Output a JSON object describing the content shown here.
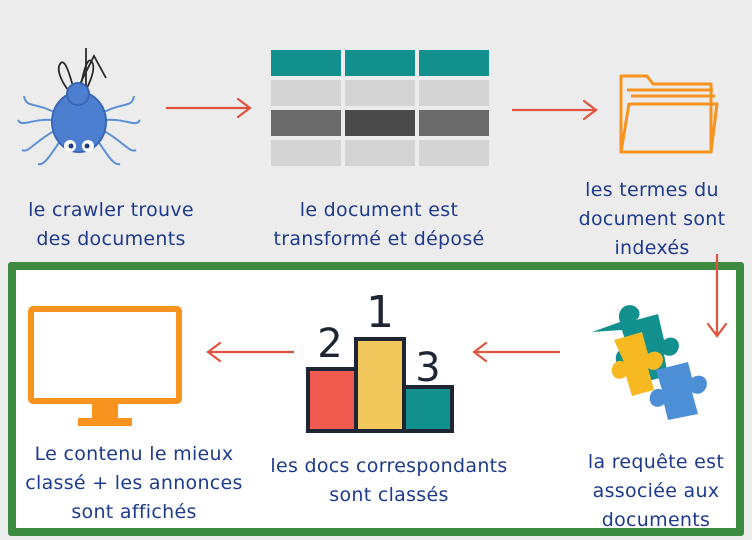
{
  "steps": {
    "crawl": {
      "line1": "le crawler trouve",
      "line2": "des documents",
      "icon": "spider-icon"
    },
    "transform": {
      "line1": "le document est",
      "line2": "transformé et déposé",
      "icon": "table-icon"
    },
    "index": {
      "line1": "les termes du",
      "line2": "document sont",
      "line3": "indexés",
      "icon": "folder-icon"
    },
    "match": {
      "line1": "la requête est",
      "line2": "associée aux",
      "line3": "documents",
      "icon": "puzzle-icon"
    },
    "rank": {
      "line1": "les docs correspondants",
      "line2": "sont classés",
      "icon": "podium-icon"
    },
    "display": {
      "line1": "Le contenu le mieux",
      "line2": "classé + les annonces",
      "line3": "sont affichés",
      "icon": "monitor-icon"
    }
  },
  "podium": {
    "first": "1",
    "second": "2",
    "third": "3"
  },
  "colors": {
    "caption": "#1e3a8c",
    "arrow": "#e0533f",
    "frame": "#3d8a41",
    "teal": "#12908e",
    "orange": "#f7931e",
    "red": "#f05a4f",
    "yellow": "#f2c75c",
    "blue": "#4d8fd6"
  }
}
